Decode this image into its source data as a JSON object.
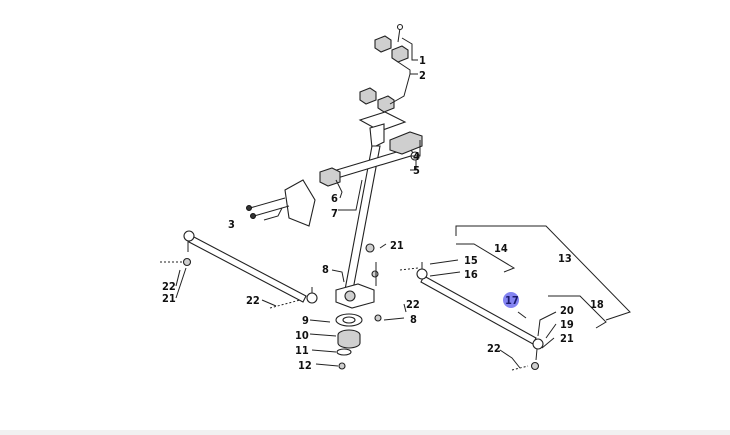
{
  "diagram": {
    "callouts": {
      "c1": "1",
      "c2": "2",
      "c3": "3",
      "c4": "4",
      "c5": "5",
      "c6": "6",
      "c7": "7",
      "c8a": "8",
      "c8b": "8",
      "c9": "9",
      "c10": "10",
      "c11": "11",
      "c12": "12",
      "c13": "13",
      "c14": "14",
      "c15": "15",
      "c16": "16",
      "c17": "17",
      "c18": "18",
      "c19": "19",
      "c20": "20",
      "c21a": "21",
      "c21b": "21",
      "c21c": "21",
      "c22a": "22",
      "c22b": "22",
      "c22c": "22",
      "c22d": "22"
    },
    "highlight": {
      "callout": "17",
      "color": "#6f6ff0"
    }
  }
}
